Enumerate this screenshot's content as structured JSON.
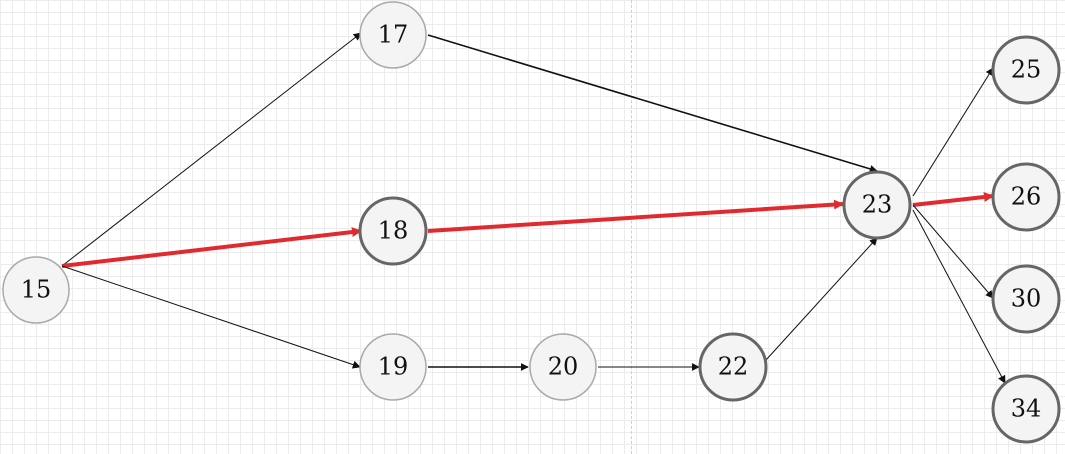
{
  "diagram": {
    "colors": {
      "edge": "#111111",
      "critical": "#e02a2f",
      "node_fill": "#f4f4f4",
      "node_stroke_light": "#a9a9a9",
      "node_stroke_bold": "#666666",
      "grid": "#ececec"
    },
    "nodes": [
      {
        "id": "15",
        "label": "15",
        "emphasis": "light"
      },
      {
        "id": "17",
        "label": "17",
        "emphasis": "light"
      },
      {
        "id": "18",
        "label": "18",
        "emphasis": "bold"
      },
      {
        "id": "19",
        "label": "19",
        "emphasis": "light"
      },
      {
        "id": "20",
        "label": "20",
        "emphasis": "light"
      },
      {
        "id": "22",
        "label": "22",
        "emphasis": "bold"
      },
      {
        "id": "23",
        "label": "23",
        "emphasis": "bold"
      },
      {
        "id": "25",
        "label": "25",
        "emphasis": "bold"
      },
      {
        "id": "26",
        "label": "26",
        "emphasis": "bold"
      },
      {
        "id": "30",
        "label": "30",
        "emphasis": "bold"
      },
      {
        "id": "34",
        "label": "34",
        "emphasis": "bold"
      }
    ],
    "edges": [
      {
        "from": "15",
        "to": "17",
        "critical": false
      },
      {
        "from": "15",
        "to": "18",
        "critical": true
      },
      {
        "from": "15",
        "to": "19",
        "critical": false
      },
      {
        "from": "17",
        "to": "23",
        "critical": false
      },
      {
        "from": "18",
        "to": "23",
        "critical": true
      },
      {
        "from": "19",
        "to": "20",
        "critical": false
      },
      {
        "from": "20",
        "to": "22",
        "critical": false
      },
      {
        "from": "22",
        "to": "23",
        "critical": false
      },
      {
        "from": "23",
        "to": "25",
        "critical": false
      },
      {
        "from": "23",
        "to": "26",
        "critical": true
      },
      {
        "from": "23",
        "to": "30",
        "critical": false
      },
      {
        "from": "23",
        "to": "34",
        "critical": false
      }
    ]
  }
}
